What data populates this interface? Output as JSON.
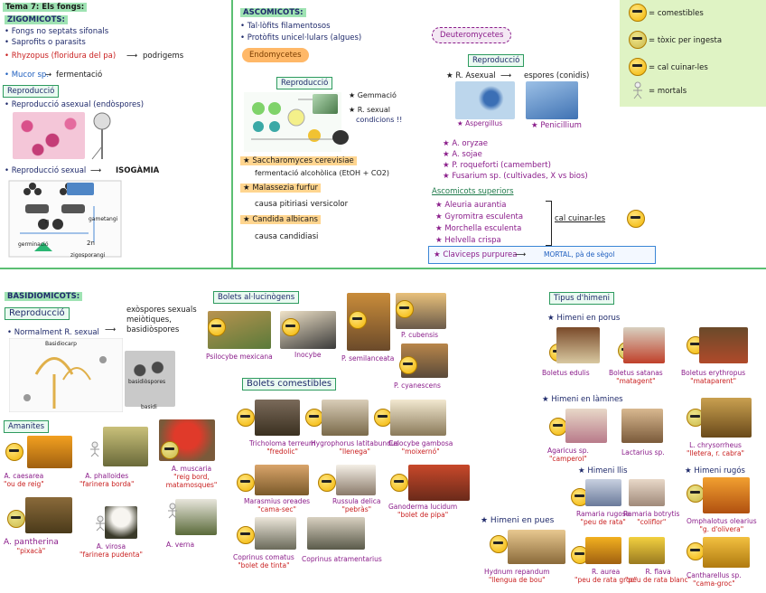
{
  "fongs": {
    "title": "Tema 7: Els fongs:",
    "zigomicots": {
      "heading": "ZIGOMICOTS:",
      "line1": "• Fongs no septats sifonals",
      "line2": "• Saprofits o parasits",
      "rhyzopus": "• Rhyzopus (floridura del pa)",
      "rhyzopus_result": "podrigems",
      "mucor": "• Mucor sp.",
      "mucor_result": "fermentació",
      "reproduccio": "Reproducció",
      "asexual": "• Reproducció asexual (endòspores)",
      "sexual": "• Reproducció sexual",
      "sexual_result": "ISOGÀMIA",
      "diagram_labels": [
        "gametangi",
        "germinació",
        "zigosporangi",
        "2n",
        "n"
      ]
    },
    "ascomicots": {
      "heading": "ASCOMICOTS:",
      "line1": "• Tal·lòfits filamentosos",
      "line2": "• Protòfits unicel·lulars (algues)",
      "endomycetes": "Endomycetes",
      "reproduccio": "Reproducció",
      "gemmacio": "★ Gemmació",
      "sexual": "★ R. sexual",
      "condicions": "condicions !!",
      "saccharomyces": "★ Saccharomyces cerevisiae",
      "saccharomyces_effect": "fermentació alcohòlica (EtOH + CO2)",
      "malassezia": "★ Malassezia furfur",
      "malassezia_effect": "causa pitiriasi versicolor",
      "candida": "★ Candida albicans",
      "candida_effect": "causa candidiasi"
    },
    "deuteromycetes": {
      "heading": "Deuteromycetes",
      "reproduccio": "Reproducció",
      "asexual": "★ R. Asexual",
      "asexual_result": "espores (conidis)",
      "aspergillus": "★ Aspergillus",
      "penicillium": "★ Penicillium",
      "species": [
        "★ A. oryzae",
        "★ A. sojae",
        "★ P. roqueforti (camembert)",
        "★ Fusarium sp. (cultivades, X vs bios)"
      ],
      "superiors": "Ascomicots superiors",
      "superiors_list": [
        "★ Aleuria aurantia",
        "★ Gyromitra esculenta",
        "★ Morchella esculenta",
        "★ Helvella crispa"
      ],
      "superiors_note": "cal cuinar-les",
      "claviceps": "★ Claviceps purpurea",
      "claviceps_result": "MORTAL, pà de sègol"
    },
    "legend": {
      "items": [
        {
          "label": "= comestibles",
          "icon": "sunglasses-emoji-icon"
        },
        {
          "label": "= tòxic per ingesta",
          "icon": "sick-emoji-icon"
        },
        {
          "label": "= cal cuinar-les",
          "icon": "cooking-emoji-icon"
        },
        {
          "label": "= mortals",
          "icon": "skeleton-icon"
        }
      ]
    },
    "basidiomicots": {
      "heading": "BASIDIOMICOTS:",
      "reproduccio": "Reproducció",
      "sexual": "• Normalment R. sexual",
      "sexual_result": "exòspores sexuals meiòtiques, basidiòspores",
      "diagram_labels": [
        "Basidiocarp",
        "basidiòspores",
        "basidi"
      ]
    },
    "al_lucinogens": {
      "heading": "Bolets al·lucinògens",
      "items": [
        {
          "name": "Psilocybe mexicana"
        },
        {
          "name": "Inocybe"
        },
        {
          "name": "P. semilanceata"
        },
        {
          "name": "P. cubensis"
        },
        {
          "name": "P. cyanescens"
        }
      ]
    },
    "comestibles": {
      "heading": "Bolets comestibles",
      "items": [
        {
          "name": "Tricholoma terreum",
          "common": "\"fredolic\""
        },
        {
          "name": "Hygrophorus latitabundus",
          "common": "\"llenega\""
        },
        {
          "name": "Calocybe gambosa",
          "common": "\"moixernó\""
        },
        {
          "name": "Marasmius oreades",
          "common": "\"cama-sec\""
        },
        {
          "name": "Russula delica",
          "common": "\"pebràs\""
        },
        {
          "name": "Ganoderma lucidum",
          "common": "\"bolet de pipa\""
        },
        {
          "name": "Coprinus comatus",
          "common": "\"bolet de tinta\""
        },
        {
          "name": "Coprinus atramentarius",
          "common": ""
        }
      ]
    },
    "amanites": {
      "heading": "Amanites",
      "items": [
        {
          "name": "A. caesarea",
          "common": "\"ou de reig\""
        },
        {
          "name": "A. phalloides",
          "common": "\"farinera borda\""
        },
        {
          "name": "A. muscaria",
          "common": "\"reig bord, matamosques\""
        },
        {
          "name": "A. pantherina",
          "common": "\"pixacà\""
        },
        {
          "name": "A. virosa",
          "common": "\"farinera pudenta\""
        },
        {
          "name": "A. verna",
          "common": ""
        }
      ]
    },
    "himeni": {
      "heading": "Tipus d'himeni",
      "porus": {
        "label": "★ Himeni en porus",
        "items": [
          {
            "name": "Boletus edulis",
            "common": ""
          },
          {
            "name": "Boletus satanas",
            "common": "\"matagent\""
          },
          {
            "name": "Boletus erythropus",
            "common": "\"mataparent\""
          }
        ]
      },
      "lamines": {
        "label": "★ Himeni en làmines",
        "items": [
          {
            "name": "Agaricus sp.",
            "common": "\"camperol\""
          },
          {
            "name": "Lactarius sp.",
            "common": ""
          },
          {
            "name": "L. chrysorrheus",
            "common": "\"lletera, r. cabra\""
          }
        ]
      },
      "llis": {
        "label": "★ Himeni llis"
      },
      "rugos": {
        "label": "★ Himeni rugós"
      },
      "pues": {
        "label": "★ Himeni en pues",
        "items": [
          {
            "name": "Hydnum repandum",
            "common": "\"llengua de bou\""
          },
          {
            "name": "Ramaria rugosa",
            "common": "\"peu de rata\""
          },
          {
            "name": "Ramaria botrytis",
            "common": "\"coliflor\""
          },
          {
            "name": "R. aurea",
            "common": "\"peu de rata groc\""
          },
          {
            "name": "R. flava",
            "common": "\"peu de rata blanc\""
          },
          {
            "name": "Omphalotus olearius",
            "common": "\"g. d'olivera\""
          },
          {
            "name": "Cantharellus sp.",
            "common": "\"cama-groc\""
          }
        ]
      }
    }
  }
}
